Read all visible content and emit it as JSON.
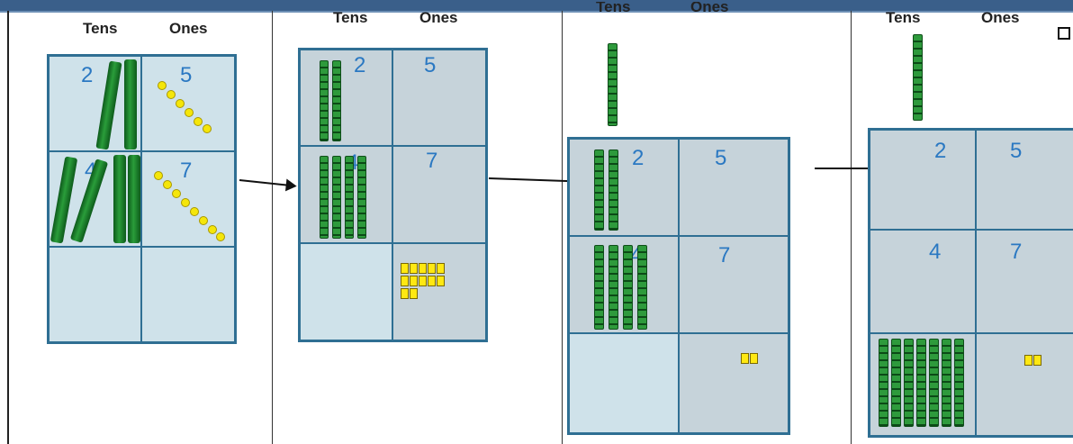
{
  "headers": {
    "tens": "Tens",
    "ones": "Ones",
    "tens_cropped": "Tens",
    "ones_cropped": "Ones"
  },
  "step1": {
    "tens_r1": "2",
    "ones_r1": "5",
    "tens_r2": "4",
    "ones_r2": "7"
  },
  "step2": {
    "tens_r1": "2",
    "ones_r1": "5",
    "tens_r2": "4",
    "ones_r2": "7"
  },
  "step3": {
    "tens_r1": "2",
    "ones_r1": "5",
    "tens_r2": "4",
    "ones_r2": "7"
  },
  "step4": {
    "tens_r1": "2",
    "ones_r1": "5",
    "tens_r2": "4",
    "ones_r2": "7"
  },
  "colors": {
    "board": "#cfe2ea",
    "border": "#2f6f93",
    "digit": "#2a78c2",
    "ten_rod": "#2f9a3e",
    "unit_cube": "#ffe812"
  }
}
